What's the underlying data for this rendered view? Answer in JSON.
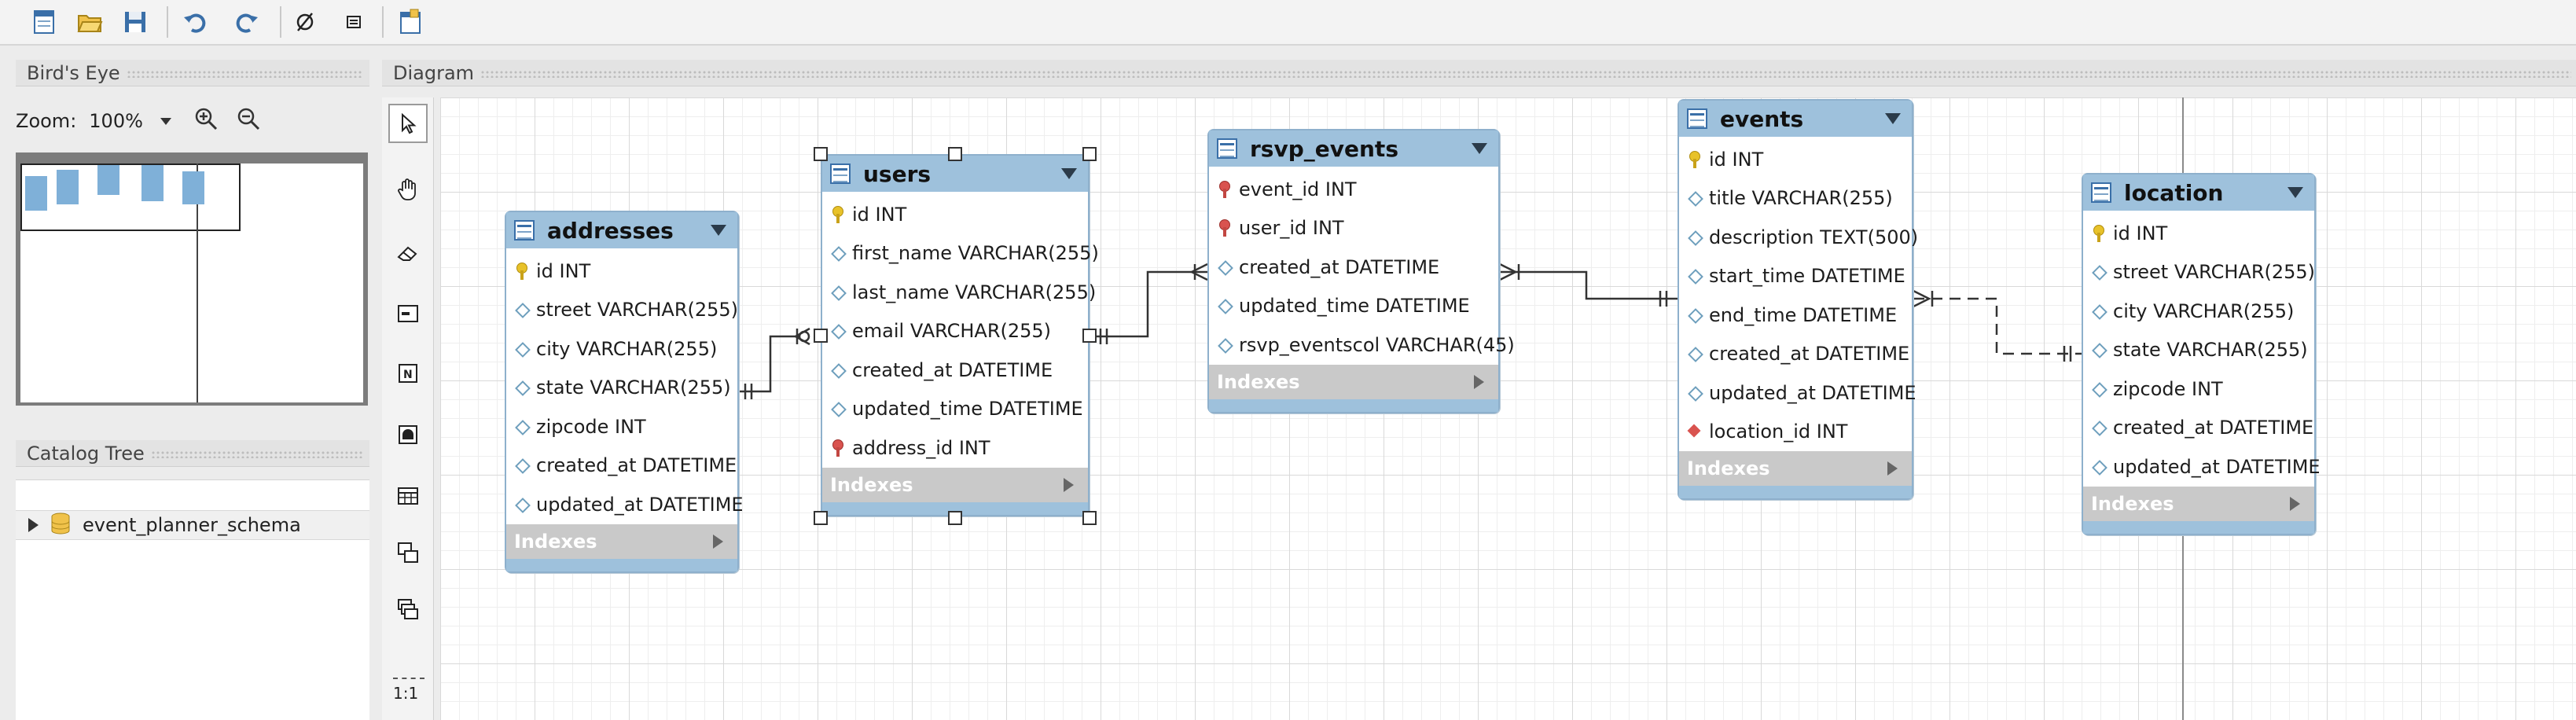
{
  "toolbar": {
    "buttons": [
      "new-document-icon",
      "open-folder-icon",
      "save-icon",
      "undo-icon",
      "redo-icon",
      "toggle-grid-icon",
      "align-icon",
      "new-sheet-icon"
    ]
  },
  "birds_eye": {
    "title": "Bird's Eye"
  },
  "zoom": {
    "label": "Zoom:",
    "value": "100%"
  },
  "catalog": {
    "title": "Catalog Tree",
    "schema": "event_planner_schema"
  },
  "diagram": {
    "title": "Diagram",
    "scale_label": "1:1"
  },
  "tools": [
    "pointer-icon",
    "hand-icon",
    "eraser-icon",
    "layer-icon",
    "note-icon",
    "image-icon",
    "table-icon",
    "view-icon",
    "routine-group-icon"
  ],
  "colors": {
    "entity_header": "#9ec1dc",
    "entity_border": "#8eb0cc",
    "indexes_bar": "#c9c9c9",
    "pk_key": "#e8c22a",
    "fk_key": "#d9534f"
  },
  "tables": {
    "addresses": {
      "name": "addresses",
      "indexes_label": "Indexes",
      "columns": [
        {
          "type": "pk",
          "text": "id INT"
        },
        {
          "type": "col",
          "text": "street VARCHAR(255)"
        },
        {
          "type": "col",
          "text": "city VARCHAR(255)"
        },
        {
          "type": "col",
          "text": "state VARCHAR(255)"
        },
        {
          "type": "col",
          "text": "zipcode INT"
        },
        {
          "type": "col",
          "text": "created_at DATETIME"
        },
        {
          "type": "col",
          "text": "updated_at DATETIME"
        }
      ]
    },
    "users": {
      "name": "users",
      "indexes_label": "Indexes",
      "columns": [
        {
          "type": "pk",
          "text": "id INT"
        },
        {
          "type": "col",
          "text": "first_name VARCHAR(255)"
        },
        {
          "type": "col",
          "text": "last_name VARCHAR(255)"
        },
        {
          "type": "col",
          "text": "email VARCHAR(255)"
        },
        {
          "type": "col",
          "text": "created_at DATETIME"
        },
        {
          "type": "col",
          "text": "updated_time DATETIME"
        },
        {
          "type": "fk",
          "text": "address_id INT"
        }
      ]
    },
    "rsvp_events": {
      "name": "rsvp_events",
      "indexes_label": "Indexes",
      "columns": [
        {
          "type": "fk",
          "text": "event_id INT"
        },
        {
          "type": "fk",
          "text": "user_id INT"
        },
        {
          "type": "col",
          "text": "created_at DATETIME"
        },
        {
          "type": "col",
          "text": "updated_time DATETIME"
        },
        {
          "type": "col",
          "text": "rsvp_eventscol VARCHAR(45)"
        }
      ]
    },
    "events": {
      "name": "events",
      "indexes_label": "Indexes",
      "columns": [
        {
          "type": "pk",
          "text": "id INT"
        },
        {
          "type": "col",
          "text": "title VARCHAR(255)"
        },
        {
          "type": "col",
          "text": "description TEXT(500)"
        },
        {
          "type": "col",
          "text": "start_time DATETIME"
        },
        {
          "type": "col",
          "text": "end_time DATETIME"
        },
        {
          "type": "col",
          "text": "created_at DATETIME"
        },
        {
          "type": "col",
          "text": "updated_at DATETIME"
        },
        {
          "type": "nnfk",
          "text": "location_id INT"
        }
      ]
    },
    "location": {
      "name": "location",
      "indexes_label": "Indexes",
      "columns": [
        {
          "type": "pk",
          "text": "id INT"
        },
        {
          "type": "col",
          "text": "street VARCHAR(255)"
        },
        {
          "type": "col",
          "text": "city VARCHAR(255)"
        },
        {
          "type": "col",
          "text": "state VARCHAR(255)"
        },
        {
          "type": "col",
          "text": "zipcode INT"
        },
        {
          "type": "col",
          "text": "created_at DATETIME"
        },
        {
          "type": "col",
          "text": "updated_at DATETIME"
        }
      ]
    }
  }
}
